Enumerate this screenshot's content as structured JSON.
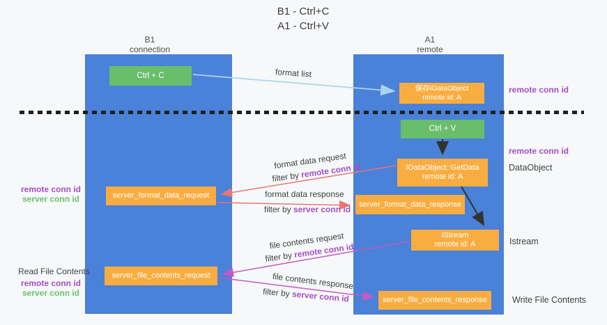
{
  "title": {
    "line1": "B1 - Ctrl+C",
    "line2": "A1 - Ctrl+V"
  },
  "lanes": {
    "left": {
      "name": "B1",
      "subtitle": "connection"
    },
    "right": {
      "name": "A1",
      "subtitle": "remote"
    }
  },
  "boxes": {
    "ctrl_c": "Ctrl + C",
    "ctrl_v": "Ctrl + V",
    "save_idataobject": {
      "line1": "保存IDataObject",
      "line2": "remote id: A"
    },
    "getdata": {
      "line1": "IDataObject::GetData",
      "line2": "remote id: A"
    },
    "istream": {
      "line1": "IStream",
      "line2": "remote id: A"
    },
    "server_format_data_request": "server_format_data_request",
    "server_format_data_response": "server_format_data_response",
    "server_file_contents_request": "server_file_contents_request",
    "server_file_contents_response": "server_file_contents_response"
  },
  "side_labels": {
    "remote_conn_id_top_right": "remote conn id",
    "remote_conn_id_mid_right": "remote conn id",
    "dataobject": "DataObject",
    "istream": "Istream",
    "write_file_contents": "Write File Contents",
    "read_file_contents": "Read File Contents",
    "left_group_format": {
      "remote": "remote conn id",
      "server": "server conn id"
    },
    "left_group_file": {
      "remote": "remote conn id",
      "server": "server conn id"
    }
  },
  "arrow_labels": {
    "format_list": "format list",
    "format_data_request": "format data request",
    "filter_remote_1": {
      "prefix": "filter by ",
      "highlight": "remote conn id"
    },
    "format_data_response": "format data response",
    "filter_server_1": {
      "prefix": "filter by ",
      "highlight": "server conn id"
    },
    "file_contents_request": "file contents request",
    "filter_remote_2": {
      "prefix": "filter by ",
      "highlight": "remote conn id"
    },
    "file_contents_response": "file contents response",
    "filter_server_2": {
      "prefix": "filter by ",
      "highlight": "server conn id"
    }
  },
  "colors": {
    "lane_blue": "#4a81d9",
    "box_orange": "#f9ad40",
    "box_green": "#69be6c",
    "text_purple": "#a44fc6",
    "text_green": "#6cc06f",
    "arrow_red": "#e87672",
    "arrow_magenta": "#c657c4",
    "arrow_lightblue": "#a9d4ef",
    "arrow_black": "#323232"
  }
}
